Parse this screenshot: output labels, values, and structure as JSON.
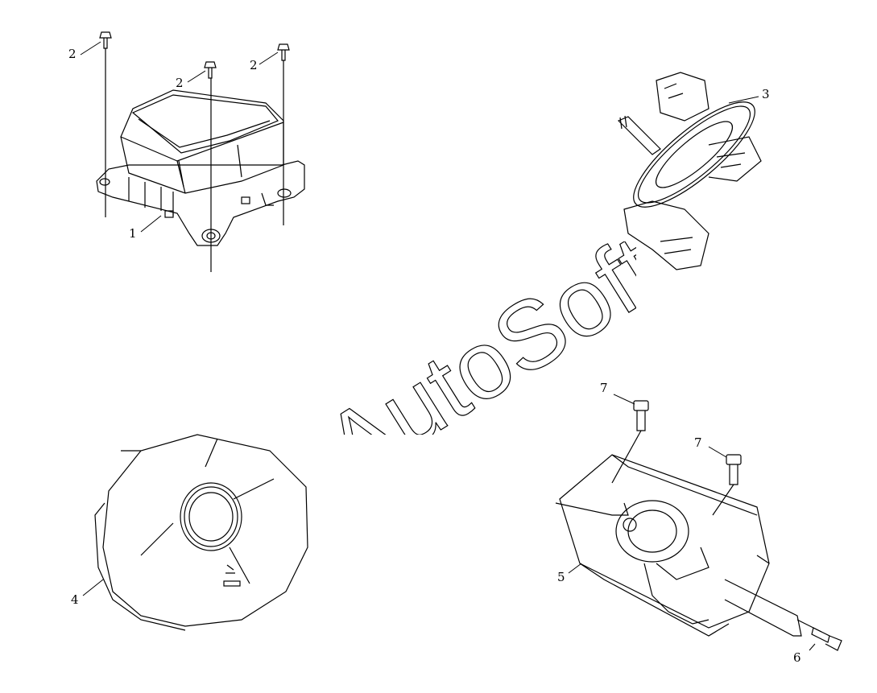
{
  "callouts": [
    {
      "id": "c1",
      "label": "1"
    },
    {
      "id": "c2a",
      "label": "2"
    },
    {
      "id": "c2b",
      "label": "2"
    },
    {
      "id": "c2c",
      "label": "2"
    },
    {
      "id": "c3",
      "label": "3"
    },
    {
      "id": "c4",
      "label": "4"
    },
    {
      "id": "c5",
      "label": "5"
    },
    {
      "id": "c6",
      "label": "6"
    },
    {
      "id": "c7a",
      "label": "7"
    },
    {
      "id": "c7b",
      "label": "7"
    }
  ],
  "watermark": {
    "text": "AutoSoft"
  },
  "colors": {
    "line": "#000000",
    "background": "#ffffff"
  }
}
